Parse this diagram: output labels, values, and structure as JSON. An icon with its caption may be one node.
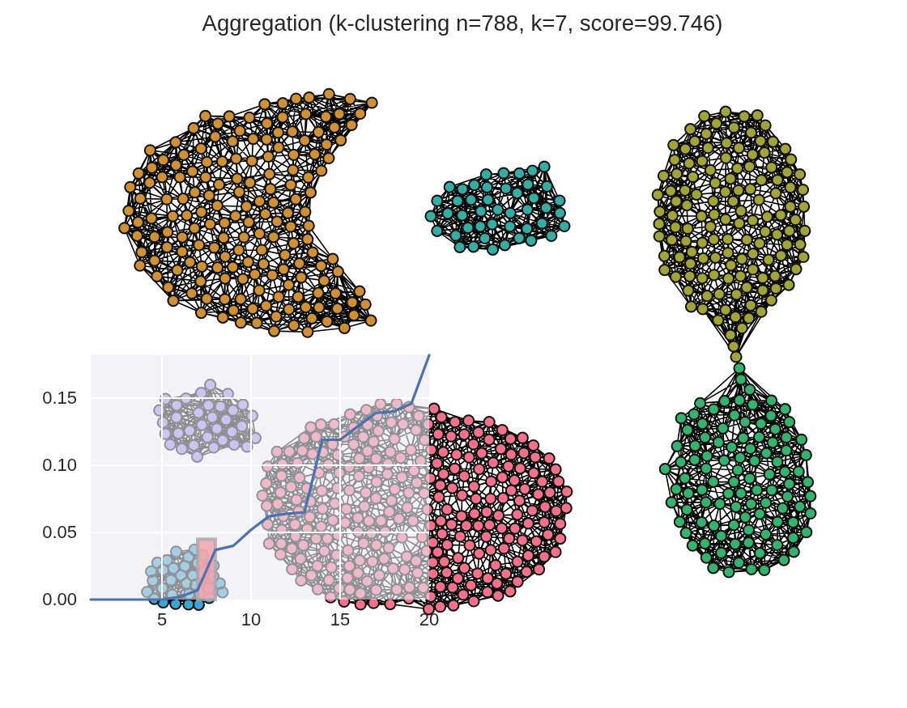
{
  "diagram": {
    "title": "Aggregation (k-clustering n=788, k=7, score=99.746)",
    "chart_data": {
      "type": "line",
      "x": [
        1,
        2,
        3,
        4,
        5,
        6,
        7,
        8,
        9,
        10,
        11,
        12,
        13,
        14,
        15,
        16,
        17,
        18,
        19,
        20
      ],
      "xlim": [
        1,
        20
      ],
      "ylim": [
        0,
        0.182
      ],
      "xticks": [
        5,
        10,
        15,
        20
      ],
      "yticks": [
        {
          "value": 0,
          "label": "0.00"
        },
        {
          "value": 0.05,
          "label": "0.05"
        },
        {
          "value": 0.1,
          "label": "0.10"
        },
        {
          "value": 0.15,
          "label": "0.15"
        }
      ],
      "grid": true,
      "series": [
        {
          "color": "#4c72b0",
          "values": [
            0,
            0,
            0,
            0,
            0,
            0.002,
            0.007,
            0.037,
            0.04,
            0.052,
            0.062,
            0.064,
            0.065,
            0.119,
            0.119,
            0.129,
            0.139,
            0.14,
            0.146,
            0.182
          ]
        }
      ],
      "bands": [
        {
          "axis": "x",
          "from": 7,
          "to": 8,
          "color": "#f4a3ab"
        }
      ]
    }
  }
}
